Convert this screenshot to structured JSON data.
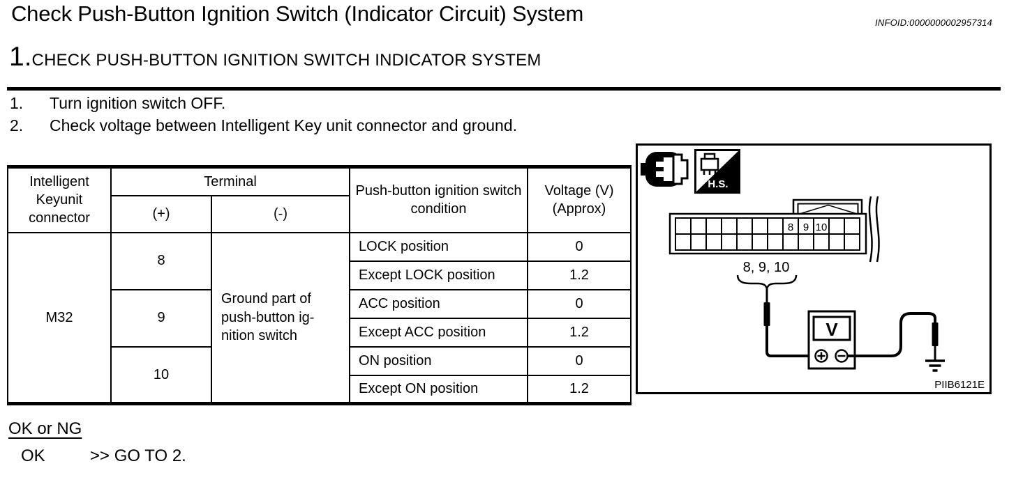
{
  "page": {
    "title": "Check Push-Button Ignition Switch (Indicator Circuit) System",
    "infoid": "INFOID:0000000002957314"
  },
  "step": {
    "number": "1.",
    "title": "CHECK PUSH-BUTTON IGNITION SWITCH INDICATOR SYSTEM"
  },
  "instructions": [
    {
      "num": "1.",
      "text": "Turn ignition switch OFF."
    },
    {
      "num": "2.",
      "text": "Check voltage between Intelligent Key unit connector and ground."
    }
  ],
  "table": {
    "headers": {
      "connector": "Intelligent Keyunit connector",
      "terminal": "Terminal",
      "plus": "(+)",
      "minus": "(-)",
      "condition": "Push-button ignition switch condition",
      "voltage": "Voltage (V) (Approx)"
    },
    "body": {
      "connector": "M32",
      "terminals": [
        "8",
        "9",
        "10"
      ],
      "ground": "Ground part of push-button ig-nition switch",
      "rows": [
        {
          "condition": "LOCK position",
          "voltage": "0"
        },
        {
          "condition": "Except LOCK position",
          "voltage": "1.2"
        },
        {
          "condition": "ACC position",
          "voltage": "0"
        },
        {
          "condition": "Except ACC position",
          "voltage": "1.2"
        },
        {
          "condition": "ON position",
          "voltage": "0"
        },
        {
          "condition": "Except ON position",
          "voltage": "1.2"
        }
      ]
    }
  },
  "figure": {
    "hs_label": "H.S.",
    "pin_labels": [
      "8",
      "9",
      "10"
    ],
    "brace_label": "8, 9, 10",
    "meter_display": "V",
    "figure_code": "PIIB6121E"
  },
  "result": {
    "heading": "OK or NG",
    "items": [
      {
        "label": "OK",
        "action": ">> GO TO 2."
      }
    ]
  },
  "colors": {
    "ink": "#000000",
    "paper": "#ffffff"
  }
}
